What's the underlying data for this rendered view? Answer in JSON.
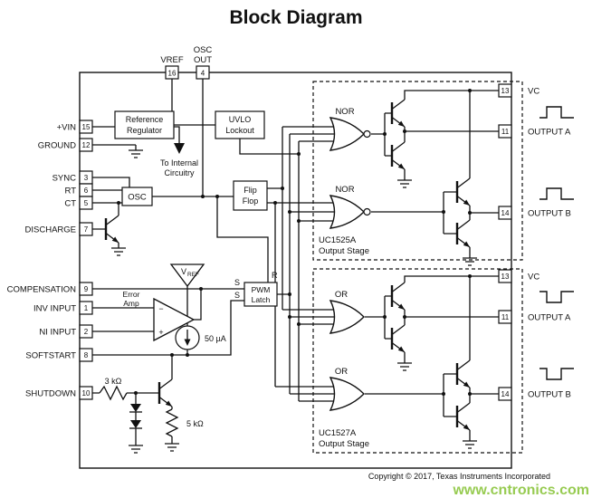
{
  "title": "Block Diagram",
  "footer": {
    "copyright": "Copyright © 2017, Texas Instruments Incorporated",
    "watermark": "www.cntronics.com"
  },
  "colors": {
    "line": "#111111",
    "watermark_green": "#8CC63F"
  },
  "pins": {
    "top": [
      {
        "num": "16",
        "label": "VREF"
      },
      {
        "num": "4",
        "label1": "OSC",
        "label2": "OUT"
      }
    ],
    "left": [
      {
        "num": "15",
        "label": "+VIN"
      },
      {
        "num": "12",
        "label": "GROUND"
      },
      {
        "num": "3",
        "label": "SYNC"
      },
      {
        "num": "6",
        "label": "RT"
      },
      {
        "num": "5",
        "label": "CT"
      },
      {
        "num": "7",
        "label": "DISCHARGE"
      },
      {
        "num": "9",
        "label": "COMPENSATION"
      },
      {
        "num": "1",
        "label": "INV INPUT"
      },
      {
        "num": "2",
        "label": "NI INPUT"
      },
      {
        "num": "8",
        "label": "SOFTSTART"
      },
      {
        "num": "10",
        "label": "SHUTDOWN"
      }
    ],
    "right": [
      {
        "num": "13",
        "label": "VC"
      },
      {
        "num": "11",
        "label": "OUTPUT A"
      },
      {
        "num": "14",
        "label": "OUTPUT B"
      },
      {
        "num": "13",
        "label": "VC"
      },
      {
        "num": "11",
        "label": "OUTPUT A"
      },
      {
        "num": "14",
        "label": "OUTPUT B"
      }
    ]
  },
  "blocks": {
    "reference_regulator": {
      "line1": "Reference",
      "line2": "Regulator"
    },
    "uvlo": {
      "line1": "UVLO",
      "line2": "Lockout"
    },
    "osc": {
      "label": "OSC"
    },
    "flip_flop": {
      "line1": "Flip",
      "line2": "Flop"
    },
    "pwm_latch": {
      "line1": "PWM",
      "line2": "Latch",
      "s_top": "S",
      "r": "R",
      "s_bottom": "S"
    },
    "error_amp": {
      "line1": "Error",
      "line2": "Amp",
      "minus": "−",
      "plus": "+"
    },
    "vref_supply": {
      "main": "V",
      "sub": "REF"
    },
    "current_source": {
      "label": "50 µA"
    },
    "to_internal": {
      "line1": "To Internal",
      "line2": "Circuitry"
    },
    "r_shutdown": {
      "label": "3 kΩ"
    },
    "r_softstart": {
      "label": "5 kΩ"
    },
    "gates": {
      "nor": "NOR",
      "or": "OR"
    }
  },
  "stages": [
    {
      "name": "UC1525A",
      "label": "Output Stage"
    },
    {
      "name": "UC1527A",
      "label": "Output Stage"
    }
  ]
}
